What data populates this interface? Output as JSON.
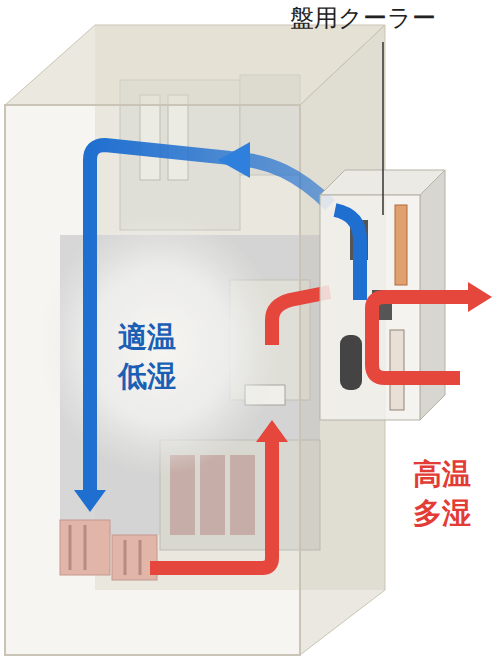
{
  "diagram": {
    "labels": [
      "盤用クーラー",
      "適温 低湿",
      "高温 多湿"
    ]
  }
}
